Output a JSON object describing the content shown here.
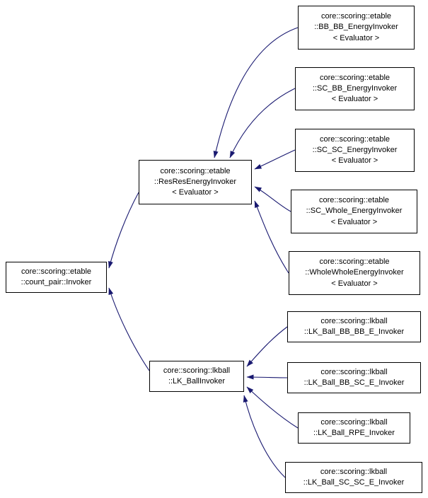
{
  "diagram": {
    "type": "inheritance-graph",
    "background_color": "#ffffff",
    "node_fill_color": "#ffffff",
    "node_border_color": "#000000",
    "edge_color": "#191970",
    "nodes": [
      {
        "id": "count-pair-invoker",
        "label": "core::scoring::etable\n::count_pair::Invoker"
      },
      {
        "id": "res-res-energy-invoker",
        "label": "core::scoring::etable\n::ResResEnergyInvoker\n< Evaluator >"
      },
      {
        "id": "bb-bb-energy-invoker",
        "label": "core::scoring::etable\n::BB_BB_EnergyInvoker\n< Evaluator >"
      },
      {
        "id": "sc-bb-energy-invoker",
        "label": "core::scoring::etable\n::SC_BB_EnergyInvoker\n< Evaluator >"
      },
      {
        "id": "sc-sc-energy-invoker",
        "label": "core::scoring::etable\n::SC_SC_EnergyInvoker\n< Evaluator >"
      },
      {
        "id": "sc-whole-energy-invoker",
        "label": "core::scoring::etable\n::SC_Whole_EnergyInvoker\n< Evaluator >"
      },
      {
        "id": "whole-whole-energy-invoker",
        "label": "core::scoring::etable\n::WholeWholeEnergyInvoker\n< Evaluator >"
      },
      {
        "id": "lk-ball-invoker",
        "label": "core::scoring::lkball\n::LK_BallInvoker"
      },
      {
        "id": "lk-ball-bb-bb-e-invoker",
        "label": "core::scoring::lkball\n::LK_Ball_BB_BB_E_Invoker"
      },
      {
        "id": "lk-ball-bb-sc-e-invoker",
        "label": "core::scoring::lkball\n::LK_Ball_BB_SC_E_Invoker"
      },
      {
        "id": "lk-ball-rpe-invoker",
        "label": "core::scoring::lkball\n::LK_Ball_RPE_Invoker"
      },
      {
        "id": "lk-ball-sc-sc-e-invoker",
        "label": "core::scoring::lkball\n::LK_Ball_SC_SC_E_Invoker"
      }
    ],
    "edges": [
      {
        "from": "bb-bb-energy-invoker",
        "to": "res-res-energy-invoker"
      },
      {
        "from": "sc-bb-energy-invoker",
        "to": "res-res-energy-invoker"
      },
      {
        "from": "sc-sc-energy-invoker",
        "to": "res-res-energy-invoker"
      },
      {
        "from": "sc-whole-energy-invoker",
        "to": "res-res-energy-invoker"
      },
      {
        "from": "whole-whole-energy-invoker",
        "to": "res-res-energy-invoker"
      },
      {
        "from": "res-res-energy-invoker",
        "to": "count-pair-invoker"
      },
      {
        "from": "lk-ball-invoker",
        "to": "count-pair-invoker"
      },
      {
        "from": "lk-ball-bb-bb-e-invoker",
        "to": "lk-ball-invoker"
      },
      {
        "from": "lk-ball-bb-sc-e-invoker",
        "to": "lk-ball-invoker"
      },
      {
        "from": "lk-ball-rpe-invoker",
        "to": "lk-ball-invoker"
      },
      {
        "from": "lk-ball-sc-sc-e-invoker",
        "to": "lk-ball-invoker"
      }
    ]
  }
}
